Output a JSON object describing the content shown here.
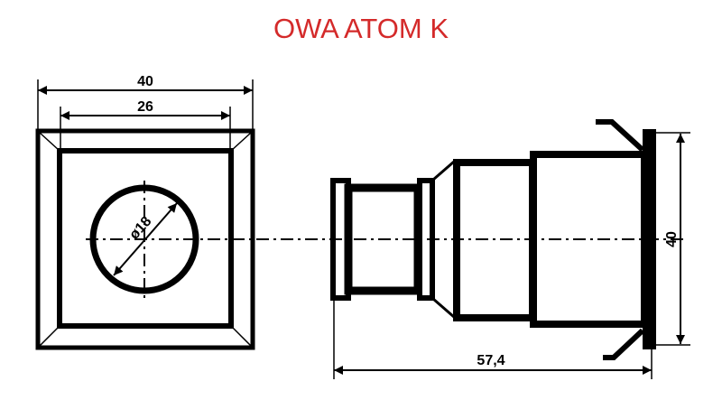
{
  "title": "OWA ATOM K",
  "title_color": "#d42a2a",
  "front_view": {
    "outer_width_label": "40",
    "inner_width_label": "26",
    "diameter_label": "ø18"
  },
  "side_view": {
    "height_label": "40",
    "length_label": "57,4"
  }
}
